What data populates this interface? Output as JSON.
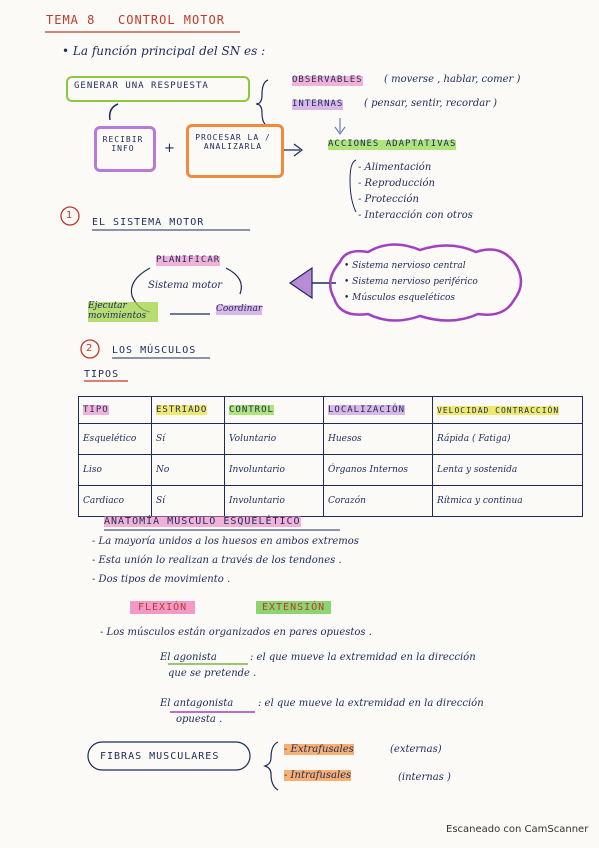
{
  "title": {
    "prefix": "TEMA 8",
    "main": "CONTROL MOTOR"
  },
  "intro": "• La función principal del SN es :",
  "generar": "GENERAR UNA RESPUESTA",
  "observables": "OBSERVABLES",
  "observables_note": "( moverse , hablar, comer )",
  "internas": "INTERNAS",
  "internas_note": "( pensar, sentir, recordar )",
  "recibir": "RECIBIR INFO",
  "plus": "+",
  "procesar": "PROCESAR LA / ANALIZARLA",
  "acciones": "ACCIONES ADAPTATIVAS",
  "acciones_items": [
    "- Alimentación",
    "- Reproducción",
    "- Protección",
    "- Interacción con otros"
  ],
  "s1_number": "1",
  "s1_title": "EL SISTEMA MOTOR",
  "planificar": "PLANIFICAR",
  "sistema_motor": "Sistema motor",
  "ejecutar": "Ejecutar movimientos",
  "coordinar": "Coordinar",
  "cloud_items": [
    "• Sistema nervioso central",
    "• Sistema nervioso periférico",
    "• Músculos esqueléticos"
  ],
  "s2_number": "2",
  "s2_title": "LOS MÚSCULOS",
  "tipos": "TIPOS",
  "table": {
    "headers": [
      "TIPO",
      "ESTRIADO",
      "CONTROL",
      "LOCALIZACIÓN",
      "VELOCIDAD CONTRACCIÓN"
    ],
    "rows": [
      [
        "Esquelético",
        "Sí",
        "Voluntario",
        "Huesos",
        "Rápida ( Fatiga)"
      ],
      [
        "Liso",
        "No",
        "Involuntario",
        "Órganos Internos",
        "Lenta y sostenida"
      ],
      [
        "Cardiaco",
        "Sí",
        "Involuntario",
        "Corazón",
        "Rítmica y continua"
      ]
    ]
  },
  "anatomia": "ANATOMÍA MUSCULO ESQUELÉTICO",
  "anatomia_items": [
    "- La mayoría unidos a los huesos en ambos extremos",
    "- Esta unión lo realizan a través de los tendones .",
    "- Dos tipos de movimiento ."
  ],
  "flexion": "FLEXIÓN",
  "extension": "EXTENSIÓN",
  "organizados": "- Los músculos están organizados en pares opuestos .",
  "agonista_term": "El agonista",
  "agonista_def": ": el que mueve la extremidad en la dirección",
  "agonista_def2": "que se pretende .",
  "antagonista_term": "El antagonista",
  "antagonista_def": ": el que mueve la extremidad en la dirección",
  "antagonista_def2": "opuesta .",
  "fibras": "FIBRAS MUSCULARES",
  "fibras_items": [
    {
      "term": "- Extrafusales",
      "note": "(externas)"
    },
    {
      "term": "- Intrafusales",
      "note": "(internas )"
    }
  ],
  "footer": "Escaneado con CamScanner",
  "colors": {
    "ink": "#1d2a5a",
    "red_title": "#c0392b",
    "green": "#a0d246",
    "yellow": "#ece450",
    "pink": "#e878be",
    "purple": "#be82dc",
    "orange": "#f59646"
  },
  "icons": [
    "arrow-right-icon",
    "arrow-down-icon",
    "arrow-left-icon",
    "brace-icon"
  ]
}
